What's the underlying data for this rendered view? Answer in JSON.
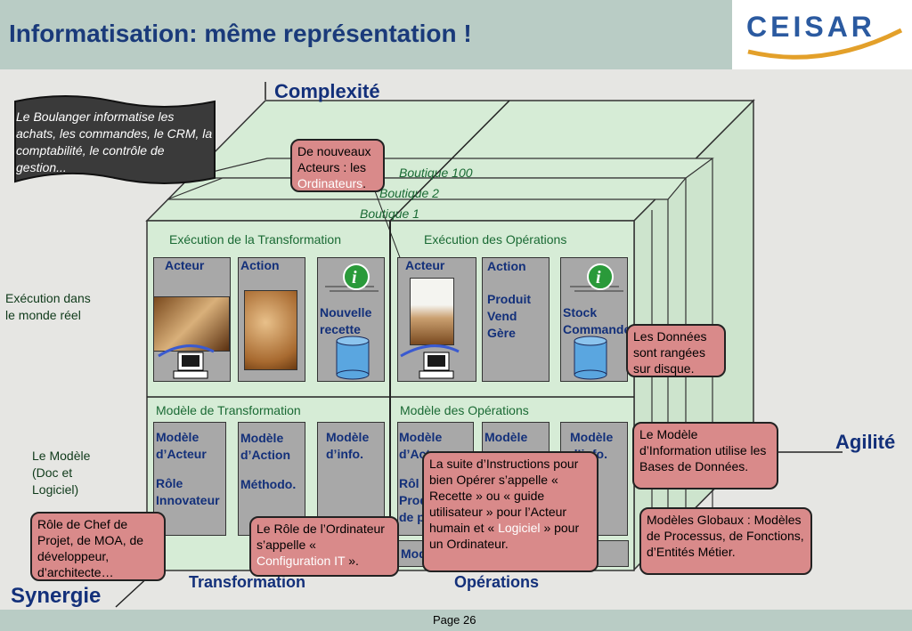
{
  "slide": {
    "title": "Informatisation: même représentation !",
    "logo": "CEISAR",
    "page_label": "Page  26"
  },
  "axes": {
    "complexite": "Complexité",
    "agilite": "Agilité",
    "synergie": "Synergie"
  },
  "boutiques": {
    "b100": "Boutique 100",
    "b2": "Boutique 2",
    "b1": "Boutique 1"
  },
  "front": {
    "exec_transformation": "Exécution de la Transformation",
    "exec_operations": "Exécution des Opérations",
    "modele_transformation": "Modèle de Transformation",
    "modele_operations": "Modèle des Opérations",
    "transformation": "Transformation",
    "operations": "Opérations"
  },
  "exec_cells": {
    "t_acteur": "Acteur",
    "t_action": "Action",
    "t_info_1": "Nouvelle",
    "t_info_2": "recette",
    "o_acteur": "Acteur",
    "o_action_1": "Action",
    "o_action_2": "Produit",
    "o_action_3": "Vend",
    "o_action_4": "Gère",
    "o_info_1": "Stock",
    "o_info_2": "Commandes"
  },
  "model_cells": {
    "t_m1_1": "Modèle",
    "t_m1_2": "d’Acteur",
    "t_m1_3": "Rôle",
    "t_m1_4": "Innovateur",
    "t_m2_1": "Modèle",
    "t_m2_2": "d’Action",
    "t_m2_3": "Méthodo.",
    "t_m3_1": "Modèle",
    "t_m3_2": "d’info.",
    "o_m1_1": "Modèle",
    "o_m1_2": "d’Act",
    "o_m1_3": "Rôl",
    "o_m1_4": "Prod",
    "o_m1_5": "de p",
    "o_m2_1": "Modèle",
    "o_m3_1": "Modèle",
    "o_m3_2": "d’info.",
    "o_bottom": "Mod"
  },
  "side_labels": {
    "execution_1": "Exécution dans",
    "execution_2": "le monde réel",
    "modele_1": "Le Modèle",
    "modele_2": "(Doc et",
    "modele_3": "Logiciel)"
  },
  "notes": {
    "boulanger": "Le Boulanger informatise les achats, les commandes, le CRM, la comptabilité, le contrôle de gestion..."
  },
  "callouts": {
    "ordinateurs_1": "De nouveaux Acteurs : les",
    "ordinateurs_hl": "Ordinateurs",
    "ordinateurs_end": ".",
    "donnees": "Les Données sont rangées sur disque.",
    "modele_info": "Le Modèle d’Information utilise les Bases de Données.",
    "chef_projet": "Rôle de Chef de Projet, de MOA, de développeur, d’architecte…",
    "config_1": "Le Rôle de l’Ordinateur s’appelle «",
    "config_hl": "Configuration IT",
    "config_end": "».",
    "recette_1": "La suite d’Instructions pour bien Opérer s’appelle « Recette » ou « guide utilisateur » pour l’Acteur humain et «",
    "recette_hl": "Logiciel",
    "recette_end": "» pour un Ordinateur.",
    "globaux": "Modèles Globaux : Modèles de Processus, de Fonctions, d’Entités Métier."
  },
  "colors": {
    "title": "#1a3a7a",
    "header_bg": "#b9ccc5",
    "cube_face": "#d6ecd6",
    "cell": "#a8a8a8",
    "callout": "#d98a8a",
    "label_green": "#1a6a34"
  },
  "icons": [
    "info-icon",
    "computer-icon",
    "database-icon",
    "scroll-note-icon"
  ]
}
